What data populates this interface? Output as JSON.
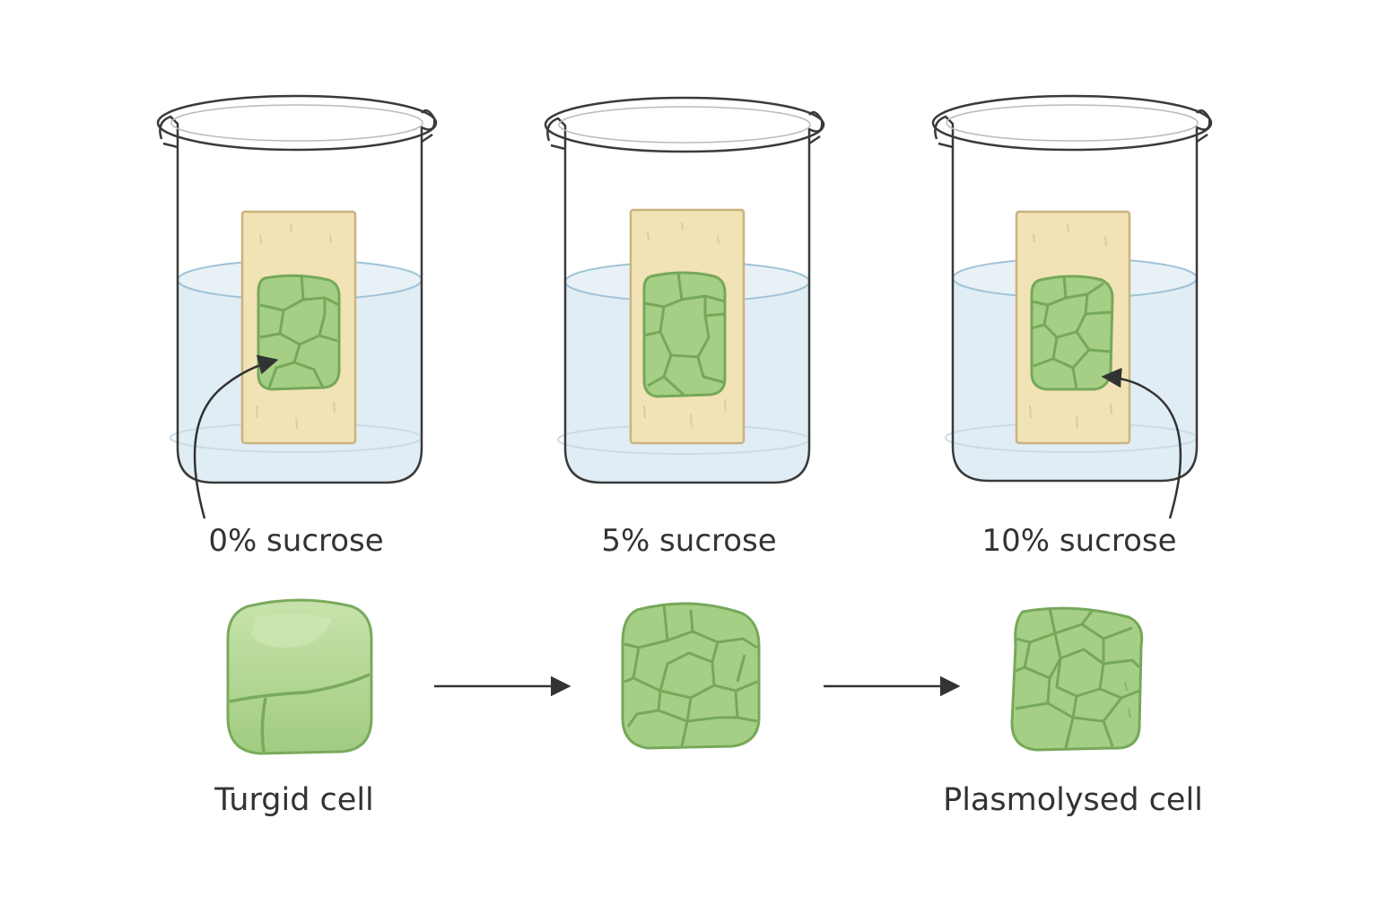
{
  "beakers": [
    {
      "label": "0% sucrose"
    },
    {
      "label": "5% sucrose"
    },
    {
      "label": "10% sucrose"
    }
  ],
  "cells": [
    {
      "label": "Turgid cell"
    },
    {
      "label": ""
    },
    {
      "label": "Plasmolysed cell"
    }
  ],
  "colors": {
    "glass_stroke": "#3a3a3a",
    "water": "#dceaf2",
    "strip": "#f1e3b5",
    "cell_fill": "#a5cf85",
    "cell_stroke": "#76a85a",
    "arrow": "#333333"
  }
}
